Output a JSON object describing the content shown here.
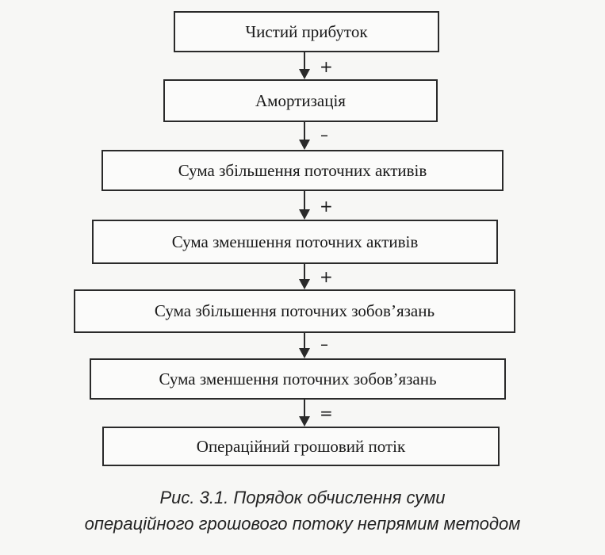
{
  "flow": {
    "steps": [
      "Чистий прибуток",
      "Амортизація",
      "Сума збільшення поточних активів",
      "Сума зменшення поточних активів",
      "Сума збільшення поточних зобов’язань",
      "Сума зменшення поточних зобов’язань",
      "Операційний грошовий потік"
    ],
    "operators": [
      "+",
      "–",
      "+",
      "+",
      "–",
      "="
    ]
  },
  "caption": {
    "line1": "Рис. 3.1. Порядок обчислення суми",
    "line2": "операційного грошового потоку непрямим методом"
  }
}
